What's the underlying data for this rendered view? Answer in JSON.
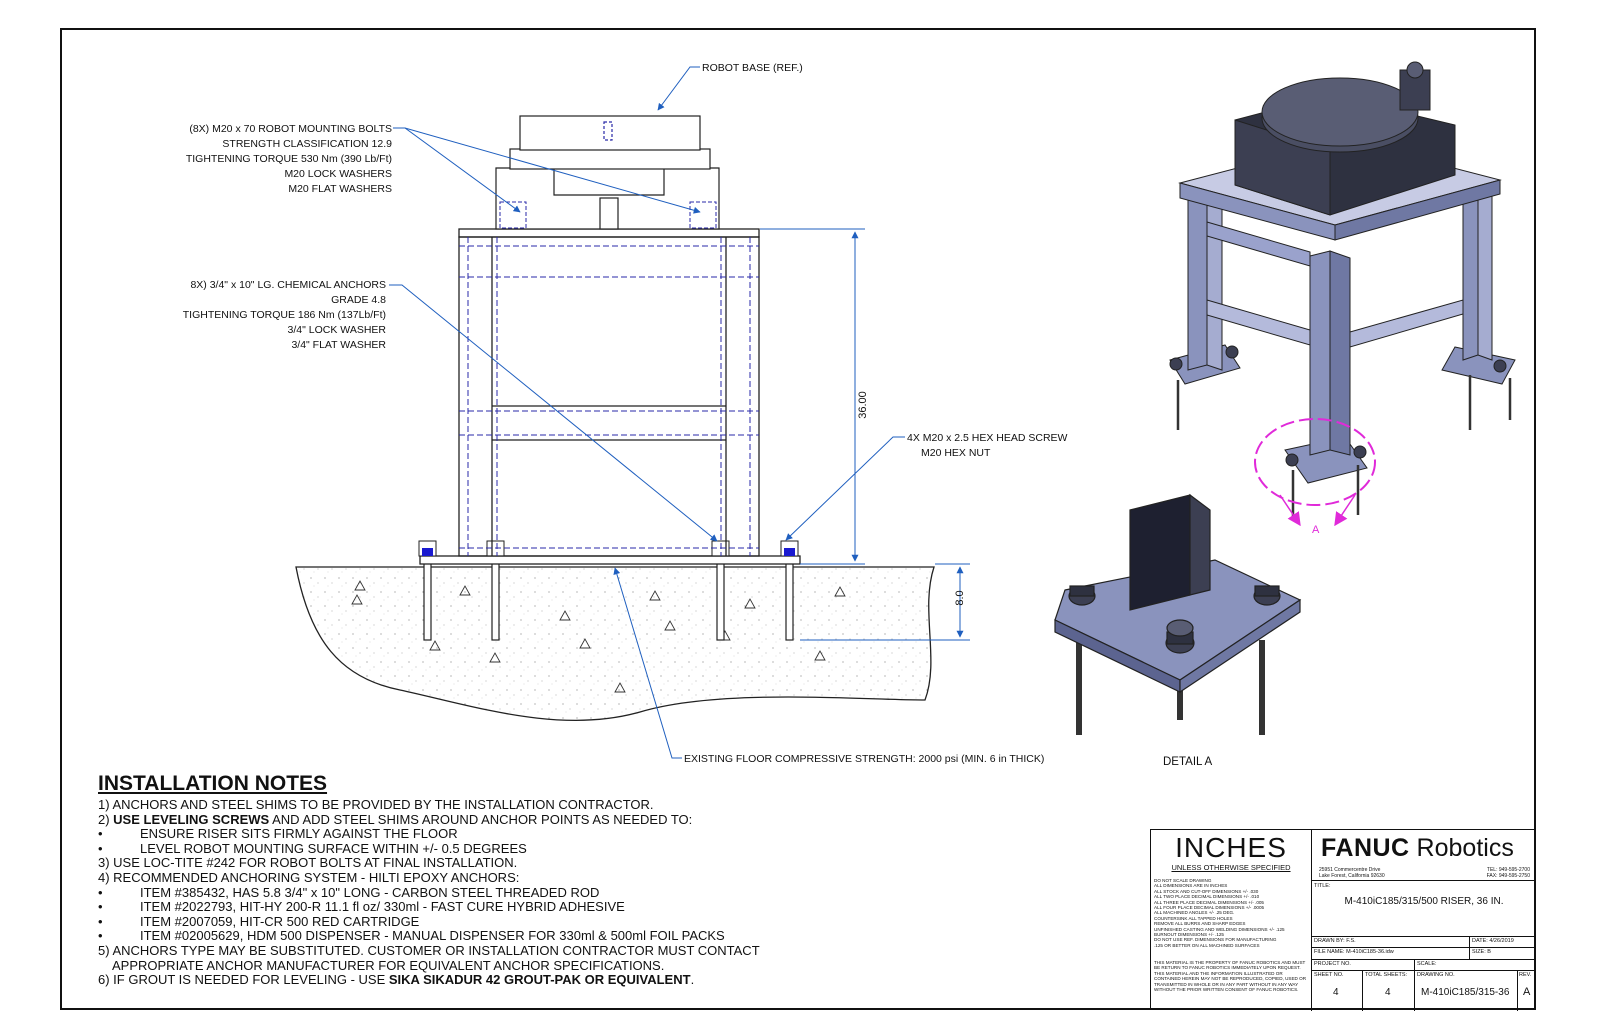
{
  "drawing": {
    "callouts": {
      "robot_base": "ROBOT BASE (REF.)",
      "bolts": [
        "(8X) M20 x 70 ROBOT MOUNTING BOLTS",
        "STRENGTH CLASSIFICATION 12.9",
        "TIGHTENING TORQUE 530 Nm (390 Lb/Ft)",
        "M20 LOCK WASHERS",
        "M20 FLAT WASHERS"
      ],
      "anchors": [
        "8X) 3/4\" x 10\" LG. CHEMICAL ANCHORS",
        "GRADE 4.8",
        "TIGHTENING TORQUE 186 Nm (137Lb/Ft)",
        "3/4\" LOCK WASHER",
        "3/4\" FLAT WASHER"
      ],
      "hex_screw": [
        "4X M20 x 2.5 HEX HEAD SCREW",
        "M20 HEX NUT"
      ],
      "floor": "EXISTING FLOOR COMPRESSIVE STRENGTH: 2000 psi (MIN. 6 in THICK)",
      "detail_marker": "A",
      "detail_title": "DETAIL  A"
    },
    "dimensions": {
      "height": "36.00",
      "floor_depth": "8.0"
    }
  },
  "notes": {
    "title": "INSTALLATION NOTES",
    "n1": "1) ANCHORS AND STEEL SHIMS TO BE PROVIDED BY THE INSTALLATION CONTRACTOR.",
    "n2_pre": "2) ",
    "n2_bold": "USE LEVELING SCREWS",
    "n2_post": " AND ADD STEEL SHIMS AROUND ANCHOR POINTS AS NEEDED TO:",
    "bullet": "•",
    "b1": "ENSURE RISER SITS FIRMLY AGAINST THE FLOOR",
    "b2": "LEVEL ROBOT MOUNTING SURFACE WITHIN +/- 0.5 DEGREES",
    "n3": "3) USE LOC-TITE #242 FOR ROBOT BOLTS AT FINAL INSTALLATION.",
    "n4": "4) RECOMMENDED ANCHORING SYSTEM - HILTI EPOXY ANCHORS:",
    "i1": "ITEM #385432, HAS 5.8 3/4\" x 10\" LONG - CARBON STEEL THREADED ROD",
    "i2": "ITEM #2022793, HIT-HY 200-R 11.1 fl oz/ 330ml - FAST CURE HYBRID ADHESIVE",
    "i3": "ITEM #2007059, HIT-CR 500 RED CARTRIDGE",
    "i4": "ITEM #02005629, HDM 500 DISPENSER - MANUAL DISPENSER FOR 330ml & 500ml FOIL PACKS",
    "n5a": "5) ANCHORS TYPE MAY BE SUBSTITUTED. CUSTOMER OR INSTALLATION CONTRACTOR MUST CONTACT",
    "n5b": "APPROPRIATE ANCHOR MANUFACTURER FOR EQUIVALENT ANCHOR SPECIFICATIONS.",
    "n6_pre": "6) IF GROUT IS NEEDED FOR LEVELING - USE ",
    "n6_bold": "SIKA SIKADUR 42 GROUT-PAK OR EQUIVALENT",
    "n6_post": "."
  },
  "title_block": {
    "units": "INCHES",
    "units_sub": "UNLESS OTHERWISE SPECIFIED",
    "fine_print": "DO NOT SCALE DRAWING\nALL DIMENSIONS ARE IN INCHES\nALL STOCK AND CUT-OFF DIMENSIONS +/- .030\nALL TWO PLACE DECIMAL DIMENSIONS +/- .010\nALL THREE PLACE DECIMAL DIMENSIONS +/- .005\nALL FOUR PLACE DECIMAL DIMENSIONS +/- .0005\nALL MACHINED ANGLES +/- .25 DEG.\nCOUNTERSINK ALL TAPPED HOLES\nREMOVE ALL BURRS AND SHARP EDGES\nUNFINISHED CASTING AND WELDING DIMENSIONS +/- .125\nBURNOUT DIMENSIONS +/- .125\nDO NOT USE REF. DIMENSIONS FOR MANUFACTURING\n.125 OR BETTER ON ALL MACHINED SURFACES",
    "proprietary": "THIS MATERIAL IS THE PROPERTY OF FANUC ROBOTICS AND MUST BE RETURN TO FANUC ROBOTICS IMMEDIATELY UPON REQUEST. THIS MATERIAL AND THE INFORMATION ILLUSTRATED OR CONTAINED HEREIN MAY NOT BE REPRODUCED, COPIED, USED OR TRANSMITTED IN WHOLE OR IN ANY PART WITHOUT IN ANY WAY WITHOUT THE PRIOR WRITTEN CONSENT OF FANUC ROBOTICS.",
    "brand_bold": "FANUC",
    "brand_rest": " Robotics",
    "address": "25951 Commercentre Drive\nLake Forest, California 92630",
    "phone": "TEL: 949-595-2700\nFAX: 949-595-2750",
    "title_label": "TITLE:",
    "title": "M-410iC185/315/500 RISER, 36 IN.",
    "drawn_by": "DRAWN BY: F.S.",
    "date": "DATE: 4/26/2019",
    "file_name": "FILE NAME: M-410iC185-36.idw",
    "size": "SIZE: B",
    "project_no": "PROJECT NO.",
    "scale": "SCALE:",
    "sheet_no_label": "SHEET NO.",
    "sheet_no": "4",
    "total_sheets_label": "TOTAL SHEETS:",
    "total_sheets": "4",
    "drawing_no_label": "DRAWING NO.",
    "drawing_no": "M-410iC185/315-36",
    "rev_label": "REV.",
    "rev": "A"
  },
  "colors": {
    "leader": "#1f5fbf",
    "hidden": "#2a2aa8",
    "steel": "#8a93bd",
    "steel_dark": "#3c3f52",
    "detail": "#e02ad9",
    "anchor_blue": "#1a1ad0"
  }
}
